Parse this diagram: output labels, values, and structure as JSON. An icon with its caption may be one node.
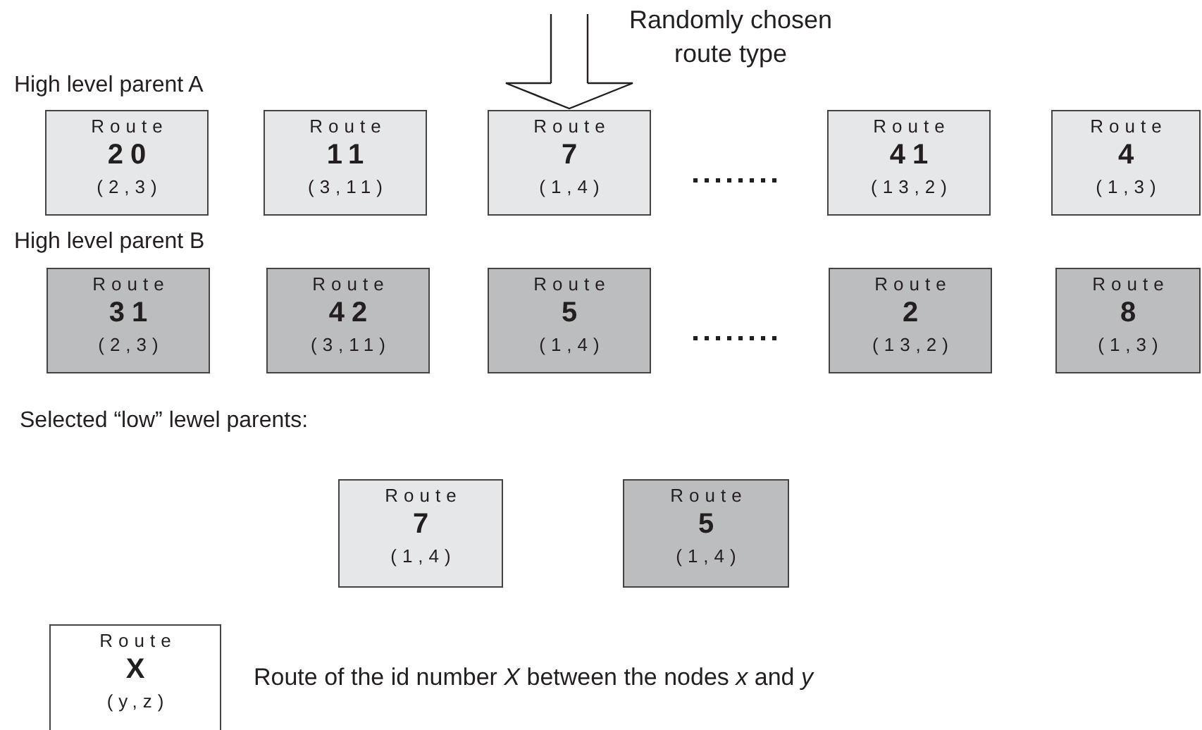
{
  "diagram": {
    "nodes": [
      {
        "text": [
          "Route",
          "20",
          "(2,3)"
        ]
      },
      {
        "text": [
          "Route",
          "11",
          "(3,11)"
        ]
      },
      {
        "text": [
          "Route",
          "7",
          "(1,4)"
        ]
      },
      {
        "text": [
          "Route",
          "41",
          "(13,2)"
        ]
      },
      {
        "text": [
          "Route",
          "4",
          "(1,3)"
        ]
      },
      {
        "text": [
          "Route",
          "31",
          "(2,3)"
        ]
      },
      {
        "text": [
          "Route",
          "42",
          "(3,11)"
        ]
      },
      {
        "text": [
          "Route",
          "5",
          "(1,4)"
        ]
      },
      {
        "text": [
          "Route",
          "2",
          "(13,2)"
        ]
      },
      {
        "text": [
          "Route",
          "8",
          "(1,3)"
        ]
      },
      {
        "text": [
          "Route",
          "7",
          "(1,4)"
        ]
      },
      {
        "text": [
          "Route",
          "5",
          "(1,4)"
        ]
      },
      {
        "text": [
          "Route",
          "X",
          "(y,z)"
        ],
        "beside": [
          "Route of the id number *X* between the nodes *x* and *y*"
        ]
      }
    ],
    "edges": [
      {
        "from": null,
        "to": 2,
        "arrow": "to",
        "label": "Randomly chosen route type"
      }
    ],
    "labels": [
      "High level parent A",
      "High level parent B",
      "Selected “low” lewel parents:"
    ]
  }
}
